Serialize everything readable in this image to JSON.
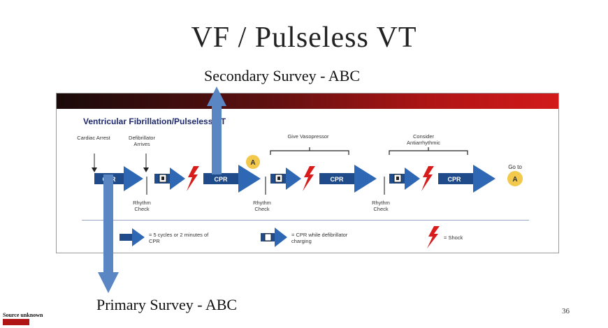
{
  "slide": {
    "title": "VF / Pulseless VT",
    "secondary_survey": "Secondary Survey - ABC",
    "primary_survey": "Primary Survey - ABC",
    "source": "Source unknown",
    "page_number": "36"
  },
  "algorithm": {
    "title": "Ventricular Fibrillation/Pulseless VT",
    "cardiac_arrest": "Cardiac Arrest",
    "defib_arrives": "Defibrillator Arrives",
    "give_vasopressor": "Give Vasopressor",
    "consider_antiarrhythmic": "Consider Antiarrhythmic",
    "rhythm_check": "Rhythm Check",
    "cpr": "CPR",
    "airway_badge": "A",
    "go_to": "Go to",
    "legend_cpr": "= 5 cycles or 2 minutes of CPR",
    "legend_charging": "= CPR while defibrillator charging",
    "legend_shock": "= Shock"
  },
  "colors": {
    "arrow_blue": "#2e67b3",
    "arrow_dark": "#1f4b8a",
    "shock_red": "#d81c1c",
    "badge_yellow": "#f2c94c",
    "header_red": "#c41717",
    "survey_arrow": "#5a86c4"
  }
}
